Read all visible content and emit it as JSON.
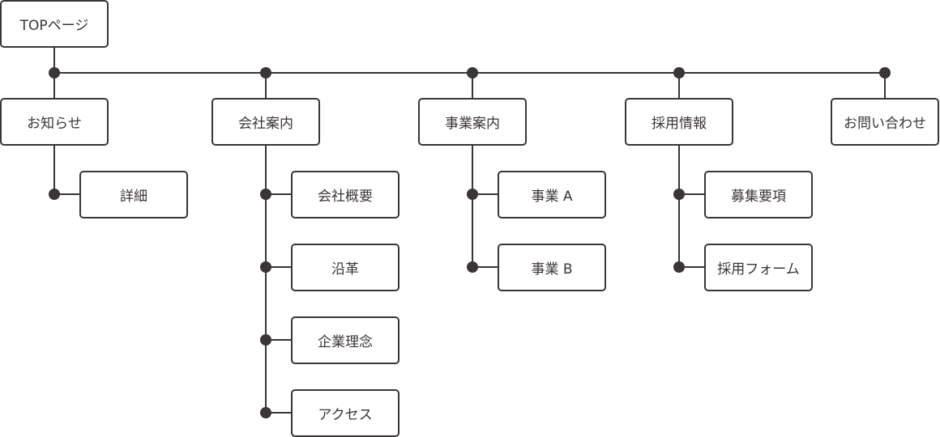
{
  "colors": {
    "line": "#3a3536",
    "box_border": "#3a3536",
    "text": "#3a3536",
    "background": "#ffffff"
  },
  "top": {
    "label": "TOPページ"
  },
  "sections": [
    {
      "label": "お知らせ",
      "children": [
        "詳細"
      ]
    },
    {
      "label": "会社案内",
      "children": [
        "会社概要",
        "沿革",
        "企業理念",
        "アクセス"
      ]
    },
    {
      "label": "事業案内",
      "children": [
        "事業 A",
        "事業 B"
      ]
    },
    {
      "label": "採用情報",
      "children": [
        "募集要項",
        "採用フォーム"
      ]
    },
    {
      "label": "お問い合わせ",
      "children": []
    }
  ]
}
